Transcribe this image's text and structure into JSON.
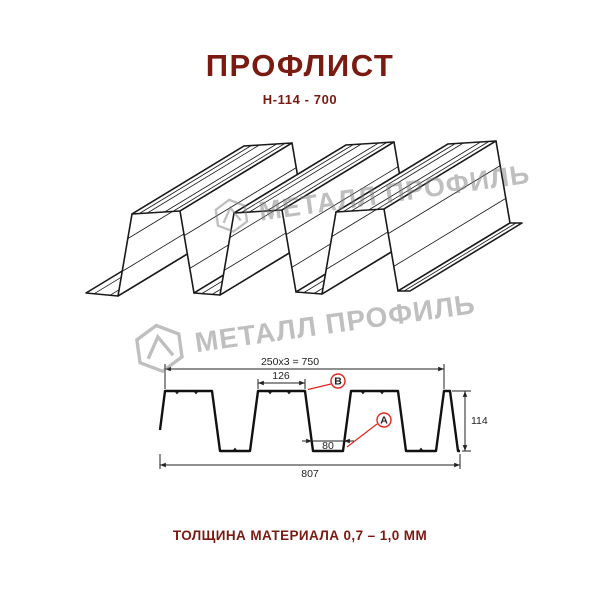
{
  "header": {
    "title": "ПРОФЛИСТ",
    "subtitle": "Н-114 - 700"
  },
  "watermark": {
    "text": "МЕТАЛЛ ПРОФИЛЬ",
    "logo": "metal-profil-logo"
  },
  "section": {
    "dims": {
      "total": "250x3 = 750",
      "flange": "126",
      "valley": "80",
      "overall": "807",
      "height": "114"
    },
    "markers": {
      "b": "В",
      "a": "А"
    }
  },
  "footer": {
    "text": "ТОЛЩИНА МАТЕРИАЛА 0,7 – 1,0 ММ"
  },
  "colors": {
    "brand_dark_red": "#7a1a10",
    "accent_red": "#e0261c",
    "line_black": "#1a1a1a",
    "watermark_gray": "#9a9a9a"
  }
}
